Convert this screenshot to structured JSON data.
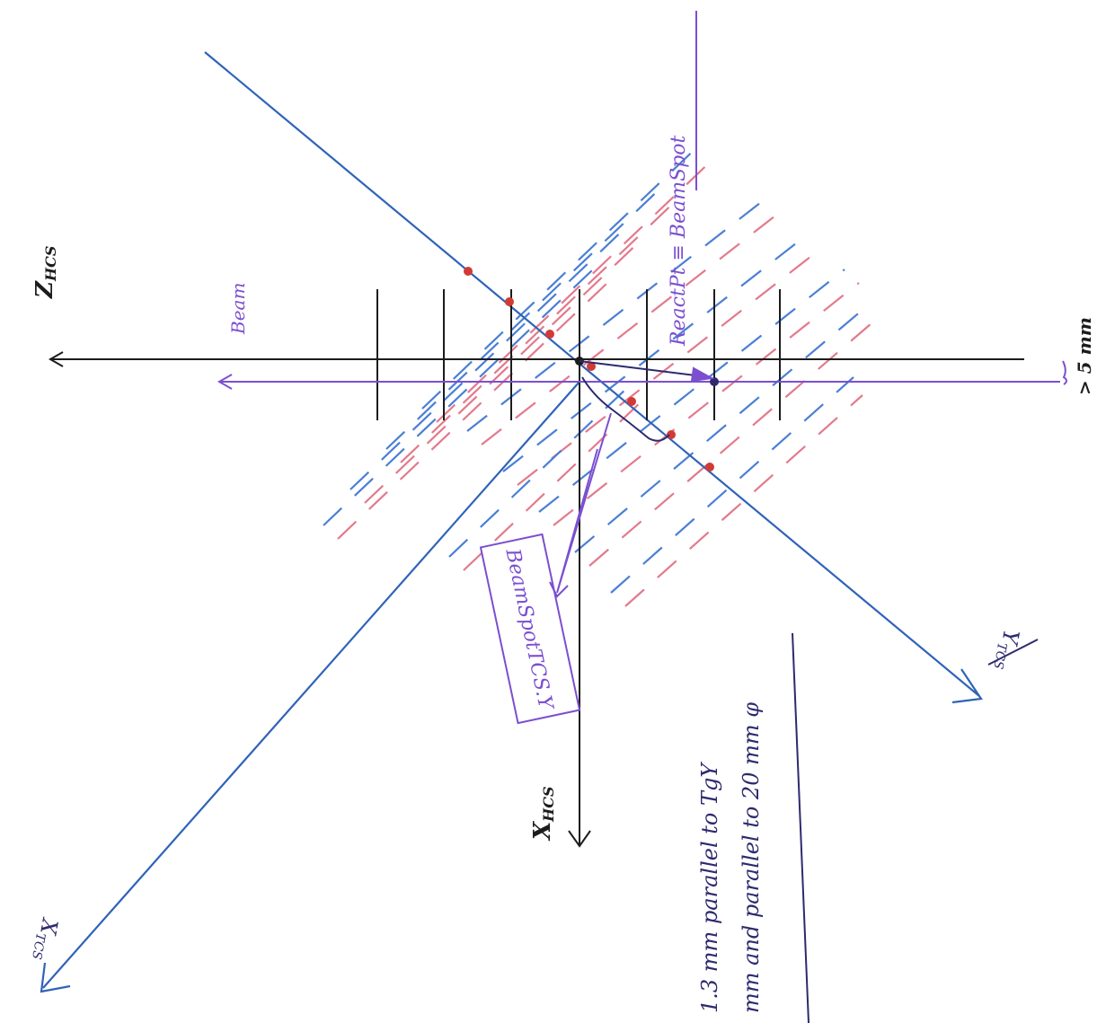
{
  "axis_labels": {
    "z_hcs": "Z",
    "z_hcs_sub": "HCS",
    "x_hcs": "X",
    "x_hcs_sub": "HCS",
    "x_tcs": "X",
    "x_tcs_sub": "TCS",
    "y_tcs": "Y",
    "y_tcs_sub": "TCS"
  },
  "beam_label": "Beam",
  "react_point_label": "ReactPt ≡ BeamSpot",
  "beamspot_box_label": "BeamSpotTCS.Y",
  "offset_label": "> 5 mm",
  "notes": [
    "1.3 mm parallel to TgY",
    "mm and parallel to 20 mm φ"
  ],
  "colors": {
    "axis_black": "#1c1c1c",
    "tcs_blue": "#2f63b8",
    "beam_purple": "#7b4fd0",
    "marker_red": "#d23a35",
    "dash_blue": "#4a7fd4",
    "dash_red": "#e27a8c"
  }
}
